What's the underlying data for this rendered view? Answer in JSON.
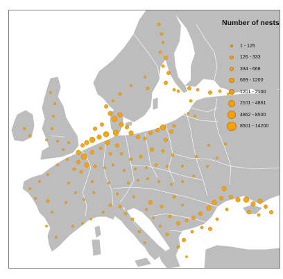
{
  "colors": {
    "sea": "#ffffff",
    "land": "#bdbdbd",
    "border": "#f4f4f4",
    "marker_fill": "#f5a20a",
    "marker_edge": "#c57c00"
  },
  "legend": {
    "title": "Number of nests",
    "classes": [
      {
        "label": "1 - 125",
        "rank": 1
      },
      {
        "label": "126 - 333",
        "rank": 2
      },
      {
        "label": "334 - 668",
        "rank": 3
      },
      {
        "label": "669 - 1200",
        "rank": 4
      },
      {
        "label": "1201 - 2100",
        "rank": 5
      },
      {
        "label": "2101 - 4861",
        "rank": 6
      },
      {
        "label": "4862 - 8500",
        "rank": 7
      },
      {
        "label": "8501 - 14200",
        "rank": 8
      }
    ]
  }
}
